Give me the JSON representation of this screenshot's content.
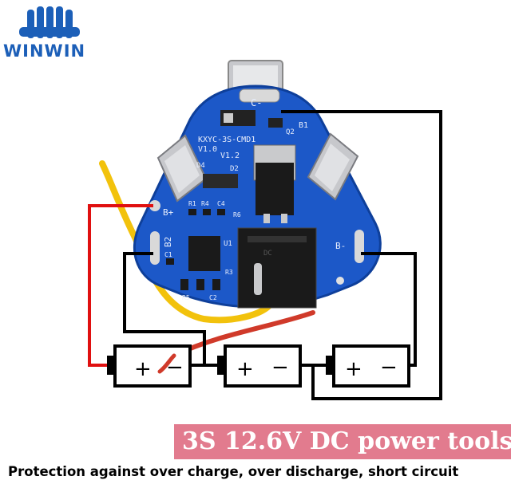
{
  "brand": {
    "name": "WINWIN"
  },
  "board": {
    "model": "KXYC-3S-CMD1",
    "version": "V1.0",
    "rev": "V1.2",
    "pad_top": "C-",
    "pad_b_plus": "B+",
    "pad_b2": "B2",
    "pad_b_minus": "B-",
    "label_b1": "B1",
    "label_q2": "Q2",
    "label_d2": "D2",
    "label_u1": "U1",
    "label_r4": "R4",
    "label_r1": "R1",
    "label_c4": "C4",
    "label_c1": "C1",
    "label_r3": "R3",
    "label_r6": "R6",
    "label_r5": "R5",
    "label_c2": "C2",
    "label_d4": "D4",
    "label_dc": "DC"
  },
  "cells": [
    {
      "plus": "+",
      "minus": "−"
    },
    {
      "plus": "+",
      "minus": "−"
    },
    {
      "plus": "+",
      "minus": "−"
    }
  ],
  "banner": {
    "title": "3S 12.6V DC power tools"
  },
  "caption": {
    "text": "Protection against over charge, over discharge, short circuit"
  },
  "colors": {
    "pcb": "#1c58c8",
    "brand": "#1c5fb8",
    "banner": "#e27b8e",
    "red_wire": "#e01010",
    "black_wire": "#000000",
    "yellow_wire": "#f2c20c"
  }
}
